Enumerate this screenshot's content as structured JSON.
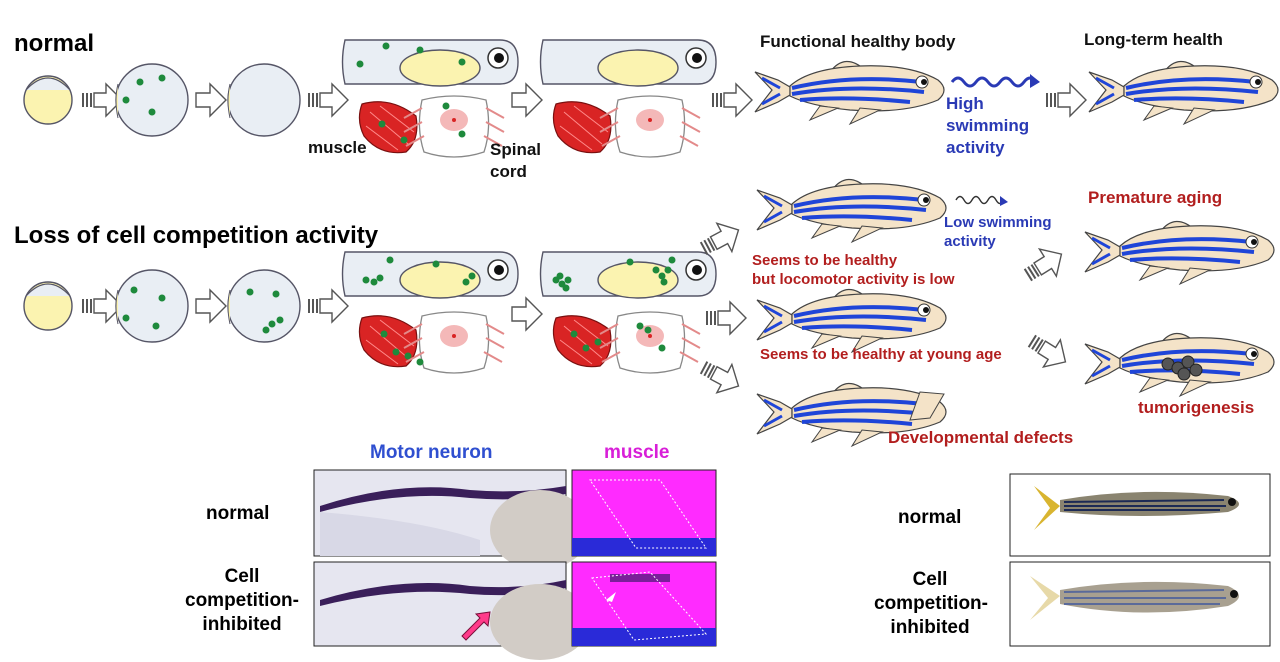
{
  "rows": {
    "normal_title": "normal",
    "loss_title": "Loss of cell competition activity"
  },
  "labels": {
    "muscle": "muscle",
    "spinal_cord_1": "Spinal",
    "spinal_cord_2": "cord",
    "functional_body": "Functional healthy body",
    "long_term_health": "Long-term health",
    "high_swim_1": "High",
    "high_swim_2": "swimming",
    "high_swim_3": "activity",
    "low_swim_1": "Low swimming",
    "low_swim_2": "activity",
    "seems_healthy_1": "Seems to be healthy",
    "seems_healthy_2": "but locomotor activity is low",
    "premature_aging": "Premature aging",
    "seems_young": "Seems to be healthy at young age",
    "tumorigenesis": "tumorigenesis",
    "developmental": "Developmental defects"
  },
  "panels": {
    "motor_neuron": "Motor neuron",
    "muscle": "muscle",
    "normal_left": "normal",
    "inhibited_left_1": "Cell",
    "inhibited_left_2": "competition-",
    "inhibited_left_3": "inhibited",
    "normal_right": "normal",
    "inhibited_right_1": "Cell",
    "inhibited_right_2": "competition-",
    "inhibited_right_3": "inhibited"
  },
  "colors": {
    "yolk": "#fbf3b0",
    "embryo": "#e9eef4",
    "green_cell": "#1e8a3c",
    "fish_stripe": "#1f45d8",
    "fish_body": "#f4e3c8",
    "muscle_red": "#d92424",
    "label_red": "#b21e1e",
    "label_blue": "#2a3ab5",
    "magenta": "#ff2bff"
  }
}
